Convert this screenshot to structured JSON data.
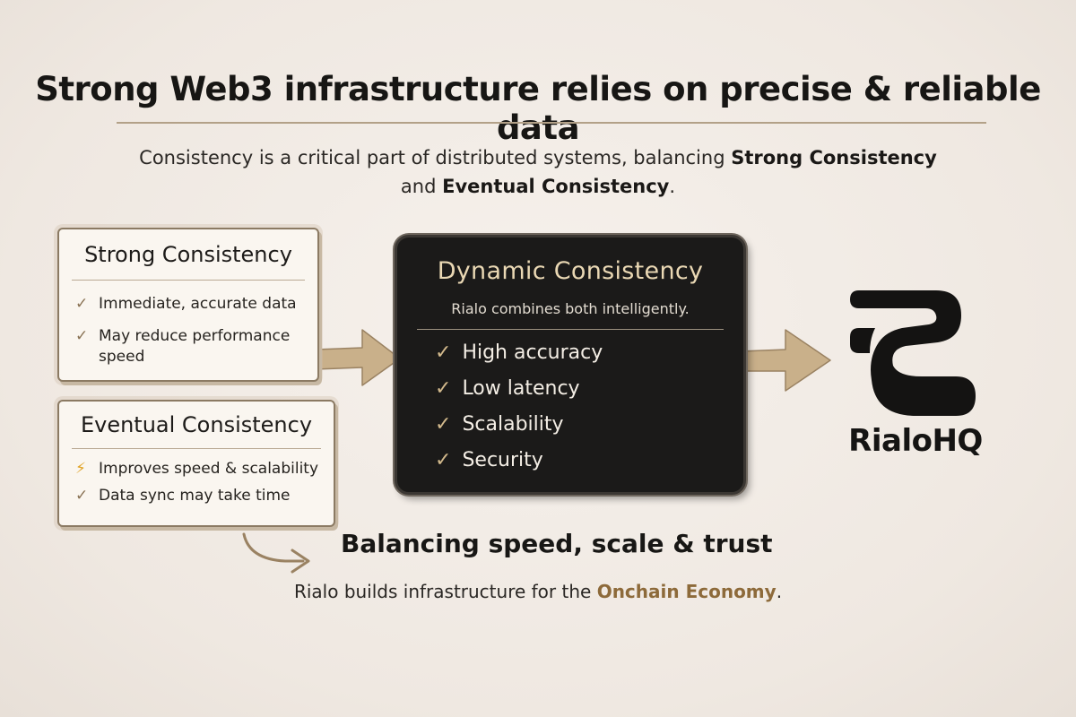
{
  "header": {
    "title": "Strong Web3 infrastructure relies on precise & reliable data",
    "subtitle_line1_prefix": "Consistency is a critical part of distributed systems, balancing ",
    "subtitle_strong": "Strong Consistency",
    "subtitle_line2_prefix": "and ",
    "subtitle_eventual": "Eventual Consistency",
    "subtitle_line2_suffix": "."
  },
  "strong_card": {
    "title": "Strong Consistency",
    "items": [
      {
        "icon": "check-icon",
        "text": "Immediate, accurate data"
      },
      {
        "icon": "check-icon",
        "text": "May reduce performance speed"
      }
    ]
  },
  "eventual_card": {
    "title": "Eventual Consistency",
    "items": [
      {
        "icon": "lightning-icon",
        "text": "Improves speed & scalability"
      },
      {
        "icon": "check-icon",
        "text": "Data sync may take time"
      }
    ]
  },
  "dynamic_card": {
    "title": "Dynamic Consistency",
    "subtitle": "Rialo combines both intelligently.",
    "items": [
      {
        "icon": "check-icon",
        "text": "High accuracy"
      },
      {
        "icon": "check-icon",
        "text": "Low latency"
      },
      {
        "icon": "check-icon",
        "text": "Scalability"
      },
      {
        "icon": "check-icon",
        "text": "Security"
      }
    ]
  },
  "brand": {
    "name": "RialoHQ",
    "logo_icon": "rialo-logo-icon"
  },
  "tagline": "Balancing speed, scale & trust",
  "footer": {
    "prefix": "Rialo builds infrastructure for the ",
    "highlight": "Onchain Economy",
    "suffix": "."
  },
  "colors": {
    "background": "#f2ece6",
    "accent_gold": "#8d6a3a",
    "arrow_fill": "#c9b08a",
    "dark_card": "#1b1a19",
    "dynamic_title": "#ead8b4",
    "bolt": "#e0a326"
  }
}
